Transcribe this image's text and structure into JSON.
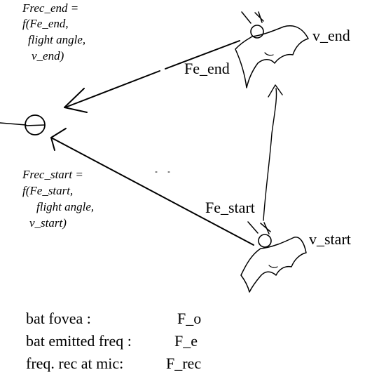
{
  "annotations": {
    "frec_end": [
      "Frec_end =",
      "f(Fe_end,",
      "flight angle,",
      "v_end)"
    ],
    "frec_start": [
      "Frec_start =",
      "f(Fe_start,",
      "flight angle,",
      "v_start)"
    ]
  },
  "labels": {
    "fe_end": "Fe_end",
    "fe_start": "Fe_start",
    "v_end": "v_end",
    "v_start": "v_start"
  },
  "legend": [
    {
      "name": "bat fovea :",
      "symbol": "F_o"
    },
    {
      "name": "bat emitted freq :",
      "symbol": "F_e"
    },
    {
      "name": "freq. rec at mic:",
      "symbol": "F_rec"
    }
  ]
}
